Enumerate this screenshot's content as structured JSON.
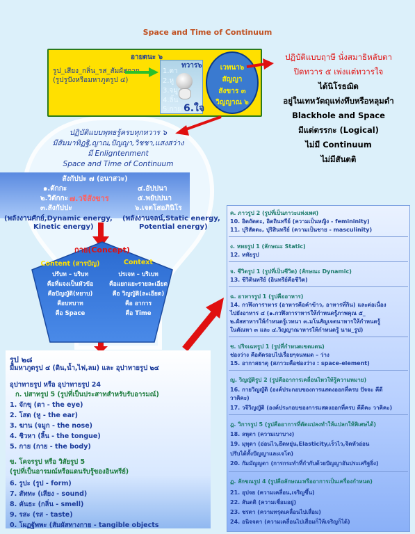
{
  "title": "Space and Time of Continuum",
  "senses": {
    "line1": "รูป_เสียง_กลิ่น_รส_สัมผัสกาย",
    "line2": "(รูปรูปังหรือมหาภูตรูป ๔)",
    "ayatana": "อายตนะ ๖"
  },
  "doors": {
    "title": "ทวาร๖",
    "items": [
      "1.ตา",
      "2.หู",
      "3.จมูก",
      "4.ลิ้น",
      "5.กาย"
    ],
    "six": "6.ใจ"
  },
  "oval": {
    "lines": [
      "เวทนา๖",
      "สัญญา",
      "สังขาร ๓",
      "วิญญาณ ๖"
    ]
  },
  "right_text": {
    "red_lines": [
      "ปฏิบัติแบบฤาษี นั่งสมาธิหลับตา",
      "ปิดทวาร ๕ เพ่งแต่ทวารใจ"
    ],
    "black_lines": [
      "ได้นิโรธฌิด",
      "อยู่ในเทหวัตถุแท่งทึบหรือหลุมดำ",
      "Blackhole and Space",
      "มีแต่ตรรกะ (Logical)",
      "ไม่มี Continuum",
      "ไม่มีสันตติ"
    ]
  },
  "buddha_block": {
    "lines": [
      "ปฏิบัติแบบพุทธรู้ครบทุกทวาร ๖",
      "มีสัมมาทิฏฐิ,ญาณ,ปัญญา,วิชชา,แสงสว่าง",
      "มี Enligntenment",
      "Space and Time of Continuum"
    ]
  },
  "sankhara": {
    "title": "สังกัปปะ ๗ (อนาสวะ)",
    "left": [
      "๑.ตักกะ",
      "๒.วิตักกะ",
      "๓.สังกัปปะ"
    ],
    "right": [
      "๔.อัปปนา",
      "๕.พยัปปนา",
      "๖.เจตโสอภินิโรปนา"
    ],
    "center": "๗.วจีสังขาร",
    "left_energy": "(พลังงานศักย์,Dynamic energy,",
    "left_energy2": "Kinetic energy)",
    "right_energy": "(พลังงานจลน์,Static energy,",
    "right_energy2": "Potential energy)"
  },
  "concept": {
    "title": "กาย(Concept)",
    "content_label": "Content (สารบัญ)",
    "context_label": "Context",
    "content_lines": [
      "ปรับท – บริบท",
      "คือที่แจงเป็นหัวข้อ",
      "คือปัญญัติ(หยาบ)",
      "คือบทบาท",
      "คือ Space"
    ],
    "context_lines": [
      "ปรเจท – บริเบท",
      "คือแยกแยะรายละเอียด",
      "คือ วิญญัติ(ละเอียด)",
      "คือ อาการ",
      "คือ Time"
    ]
  },
  "bottom_left": {
    "title": "รูป ๒๘",
    "subtitle": "มีมหาภูตรูป ๔ (ดิน,น้ำ,ไฟ,ลม) และ อุปาทายรูป ๒๔",
    "upadaya": "อุปาทายรูป หรือ อุปาทายรูป 24",
    "pasada": "ก. ปสาทรูป 5 (รูปที่เป็นประสาทสำหรับรับอารมณ์)",
    "pasada_items": [
      "1. จักขุ (ตา - the eye)",
      "2. โสต (หู - the ear)",
      "3. ฆาน (จมูก - the nose)",
      "4. ชิวหา (ลิ้น - the tongue)",
      "5. กาย (กาย - the body)"
    ],
    "gocara": "ข. โคจรรูป หรือ วิสัยรูป 5",
    "gocara_sub": "(รูปที่เป็นอารมณ์หรือแดนรับรู้ของอินทรีย์)",
    "gocara_items": [
      "6. รูปะ (รูป - form)",
      "7. สัททะ (เสียง - sound)",
      "8. คันธะ (กลิ่น - smell)",
      "9. รสะ (รส - taste)",
      "0. โผฏฐัพพะ (สัมผัสทางกาย - tangible objects"
    ]
  },
  "right_panel": {
    "groups": [
      {
        "head": "ค. ภาวรูป 2 (รูปที่เป็นภาวะแห่งเพศ)",
        "items": [
          "10. อิตถัตตะ, อิตถินทรีย์ (ความเป็นหญิง - femininity)",
          "11. ปุริสัตตะ, ปุริสินทรีย์ (ความเป็นชาย - masculinity)"
        ]
      },
      {
        "head": "ง. หทยรูป 1 (ลักษณะ Static)",
        "items": [
          "12. หทัยรูป"
        ]
      },
      {
        "head": "จ. ชีวิตรูป 1 (รูปที่เป็นชีวิต) (ลักษณะ Dynamic)",
        "items": [
          "13. ชีวิตินทรีย์ (อินทรีย์คือชีวิต)"
        ]
      },
      {
        "head": "ฉ. อาหารรูป 1 (รูปคืออาหาร)",
        "items": [
          "14. กวฬิงการาหาร (อาหารคือคำข้าว, อาหารที่กิน) และต่อเนื่อง",
          "ไปยังอาหาร ๔ (๑.กวฬิงการาหารให้กำหนดรู้ภาพคุณ ๕_",
          "๒.ผัสสาหารให้กำหนดรู้เวทนา ๓.มโนสัญเจตนาหารให้กำหนดรู้",
          "ในตัณหา ๓ และ ๔.วิญญาณาหารให้กำหนดรู้ นาม_รูป)"
        ]
      },
      {
        "head": "ช. ปริจเฉทรูป 1 (รูปที่กำหนดเขตแดน)",
        "items": [
          "ช่องว่าง คือตัดรอบไปเรื่อยๆจนหมด – ว่าง",
          "15. อากาสธาตุ (สภาวะคือช่องว่าง : space-element)"
        ]
      },
      {
        "head": "ญ. วิญญัติรูป 2 (รูปคืออาการเคลื่อนไหวให้รู้ความหมาย)",
        "items": [
          "16. กายวิญญัติ (องค์ประกอบของการแสดงออกที่ครบ ปัจจะ คีดี",
          "วาคิคะ)",
          "17. วจีวิญญัติ (องค์ประกอบของการแสดงออกที่ครบ คีดีคะ วาคิคะ)"
        ]
      },
      {
        "head": "ฎ. วิการรูป 5 (รูปคืออาการที่ดัดแปลงทำให้แปลกให้พิเศษได้)",
        "items": [
          "18. ลหุตา (ความเบาบาง)",
          "19. มุทุตา (อ่อนไว,ยืดหยุ่น,Elasticity,เร็วไว,จิตหัวอ่อน",
          "ปรับได้ทั้งปัญญาและเจโต)",
          "20. กัมมัญญตา (การกระทำที่กำกับด้วยปัญญาอันประเสริฐยิ่ง)"
        ]
      },
      {
        "head": "ฏ. ลักขณรูป 4 (รูปคือลักษณะหรืออาการเป็นเครื่องกำหนด)",
        "items": [
          "21. อุปจย (ความเคลื่อน,เจริญขึ้น)",
          "22. สันตติ (ความเชื่อมอยู่)",
          "23. ชรตา (ความทรุดเคลื่อนไปเสื่อม)",
          "24. อนิจจตา (ความเคลื่อนไปเสื่อมก็ให้เจริญก็ได้)"
        ]
      }
    ]
  }
}
